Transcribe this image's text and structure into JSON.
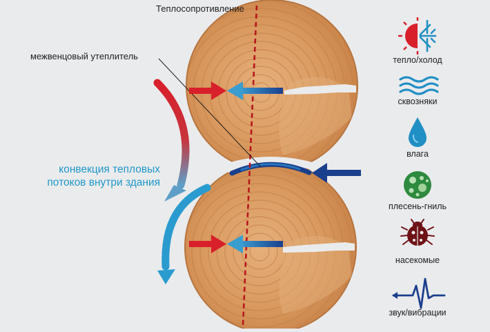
{
  "title": "Теплосопротивление",
  "insulation_label": "межвенцовый утеплитель",
  "convection_label_line1": "конвекция тепловых",
  "convection_label_line2": "потоков внутри здания",
  "legend": [
    {
      "label": "тепло/холод",
      "icon": "sun-snowflake-icon"
    },
    {
      "label": "сквозняки",
      "icon": "wind-waves-icon"
    },
    {
      "label": "влага",
      "icon": "water-drop-icon"
    },
    {
      "label": "плесень-гниль",
      "icon": "mold-icon"
    },
    {
      "label": "насекомые",
      "icon": "bug-icon"
    },
    {
      "label": "звук/вибрации",
      "icon": "sound-wave-icon"
    }
  ],
  "colors": {
    "warm": "#d8202b",
    "cold": "#1f8fc4",
    "dark_blue": "#1a3f8c",
    "wood": "#d89660",
    "red_line": "#b7151c"
  }
}
